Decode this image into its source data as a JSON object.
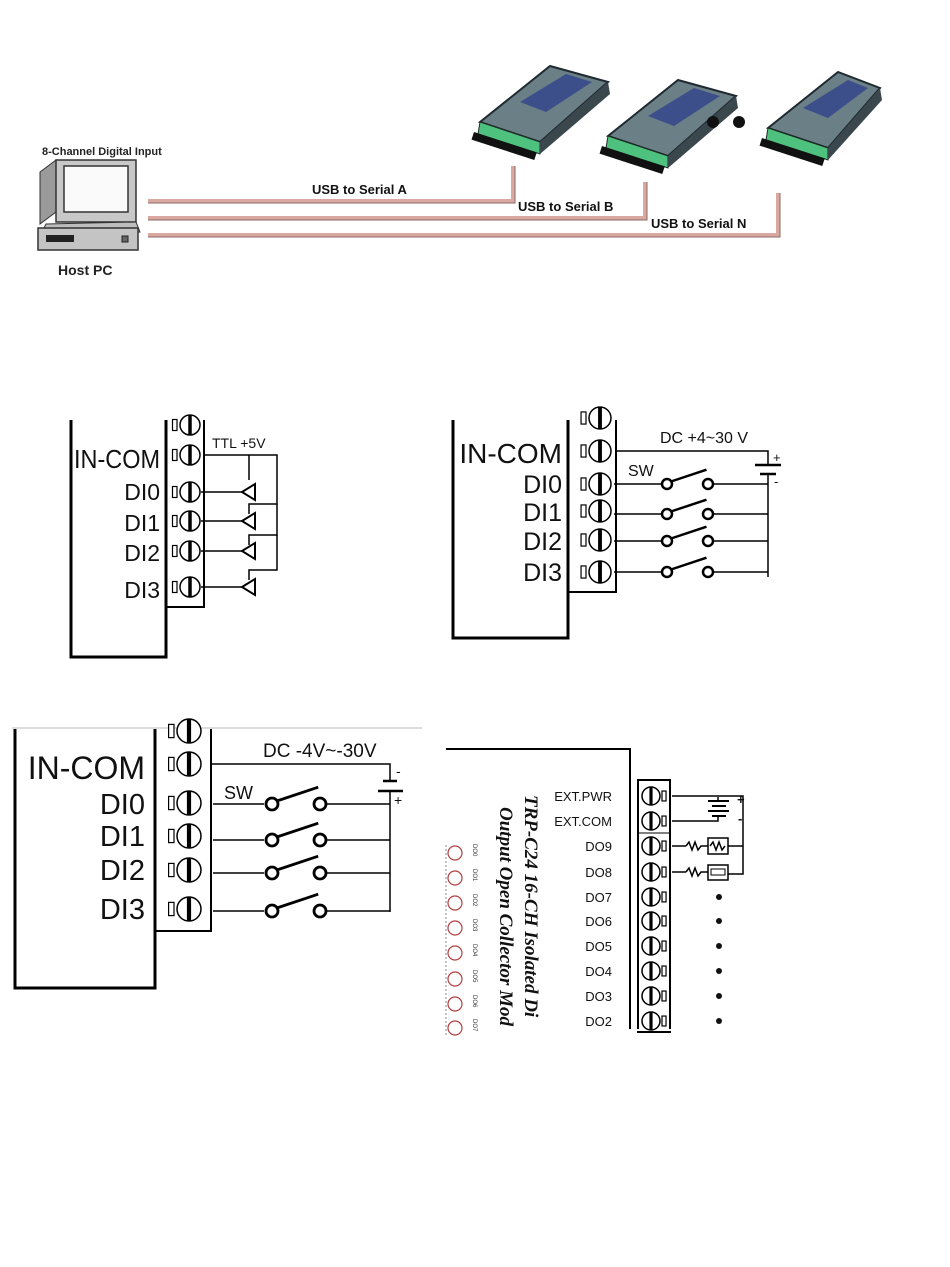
{
  "topology": {
    "host_caption": "8-Channel Digital Input",
    "host_label": "Host PC",
    "links": [
      {
        "label": "USB to Serial A"
      },
      {
        "label": "USB to Serial B"
      },
      {
        "label": "USB to Serial N"
      }
    ],
    "ellipsis": "• •",
    "cable_color": "#d9a8a0",
    "device_body_color": "#6b7f86",
    "device_terminal_color": "#4fc17f"
  },
  "ttl_wiring": {
    "common_label": "IN-COM",
    "supply_label": "TTL +5V",
    "inputs": [
      "DI0",
      "DI1",
      "DI2",
      "DI3"
    ]
  },
  "dry_contact_positive": {
    "common_label": "IN-COM",
    "supply_label": "DC +4~30 V",
    "switch_label": "SW",
    "battery_plus": "+",
    "battery_minus": "-",
    "inputs": [
      "DI0",
      "DI1",
      "DI2",
      "DI3"
    ]
  },
  "dry_contact_negative": {
    "common_label": "IN-COM",
    "supply_label": "DC -4V~-30V",
    "switch_label": "SW",
    "battery_plus": "+",
    "battery_minus": "-",
    "inputs": [
      "DI0",
      "DI1",
      "DI2",
      "DI3"
    ]
  },
  "output_module": {
    "title_line1": "TRP-C24 16-CH Isolated Di",
    "title_line2": "Output Open Collector Mod",
    "led_labels": [
      "DO0",
      "DO1",
      "DO2",
      "DO3",
      "DO4",
      "DO5",
      "DO6",
      "DO7"
    ],
    "terminals": [
      "EXT.PWR",
      "EXT.COM",
      "DO9",
      "DO8",
      "DO7",
      "DO6",
      "DO5",
      "DO4",
      "DO3",
      "DO2"
    ],
    "battery_plus": "+",
    "battery_minus": "-",
    "led_color": "#b04040"
  }
}
